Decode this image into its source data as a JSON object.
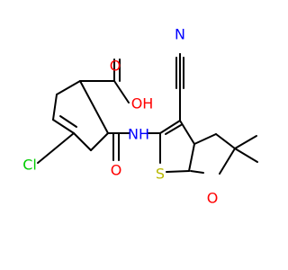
{
  "molecule": {
    "atom_labels": {
      "oh": "OH",
      "o_carbonyl_acid": "O",
      "cl": "Cl",
      "o_amide": "O",
      "nh": "NH",
      "n_nitrile": "N",
      "s": "S",
      "o_ring": "O"
    }
  },
  "colors": {
    "bond": "#000000",
    "oxygen": "#ff0000",
    "chlorine": "#00cc00",
    "nitrogen": "#0000ff",
    "sulfur": "#b8b800"
  }
}
